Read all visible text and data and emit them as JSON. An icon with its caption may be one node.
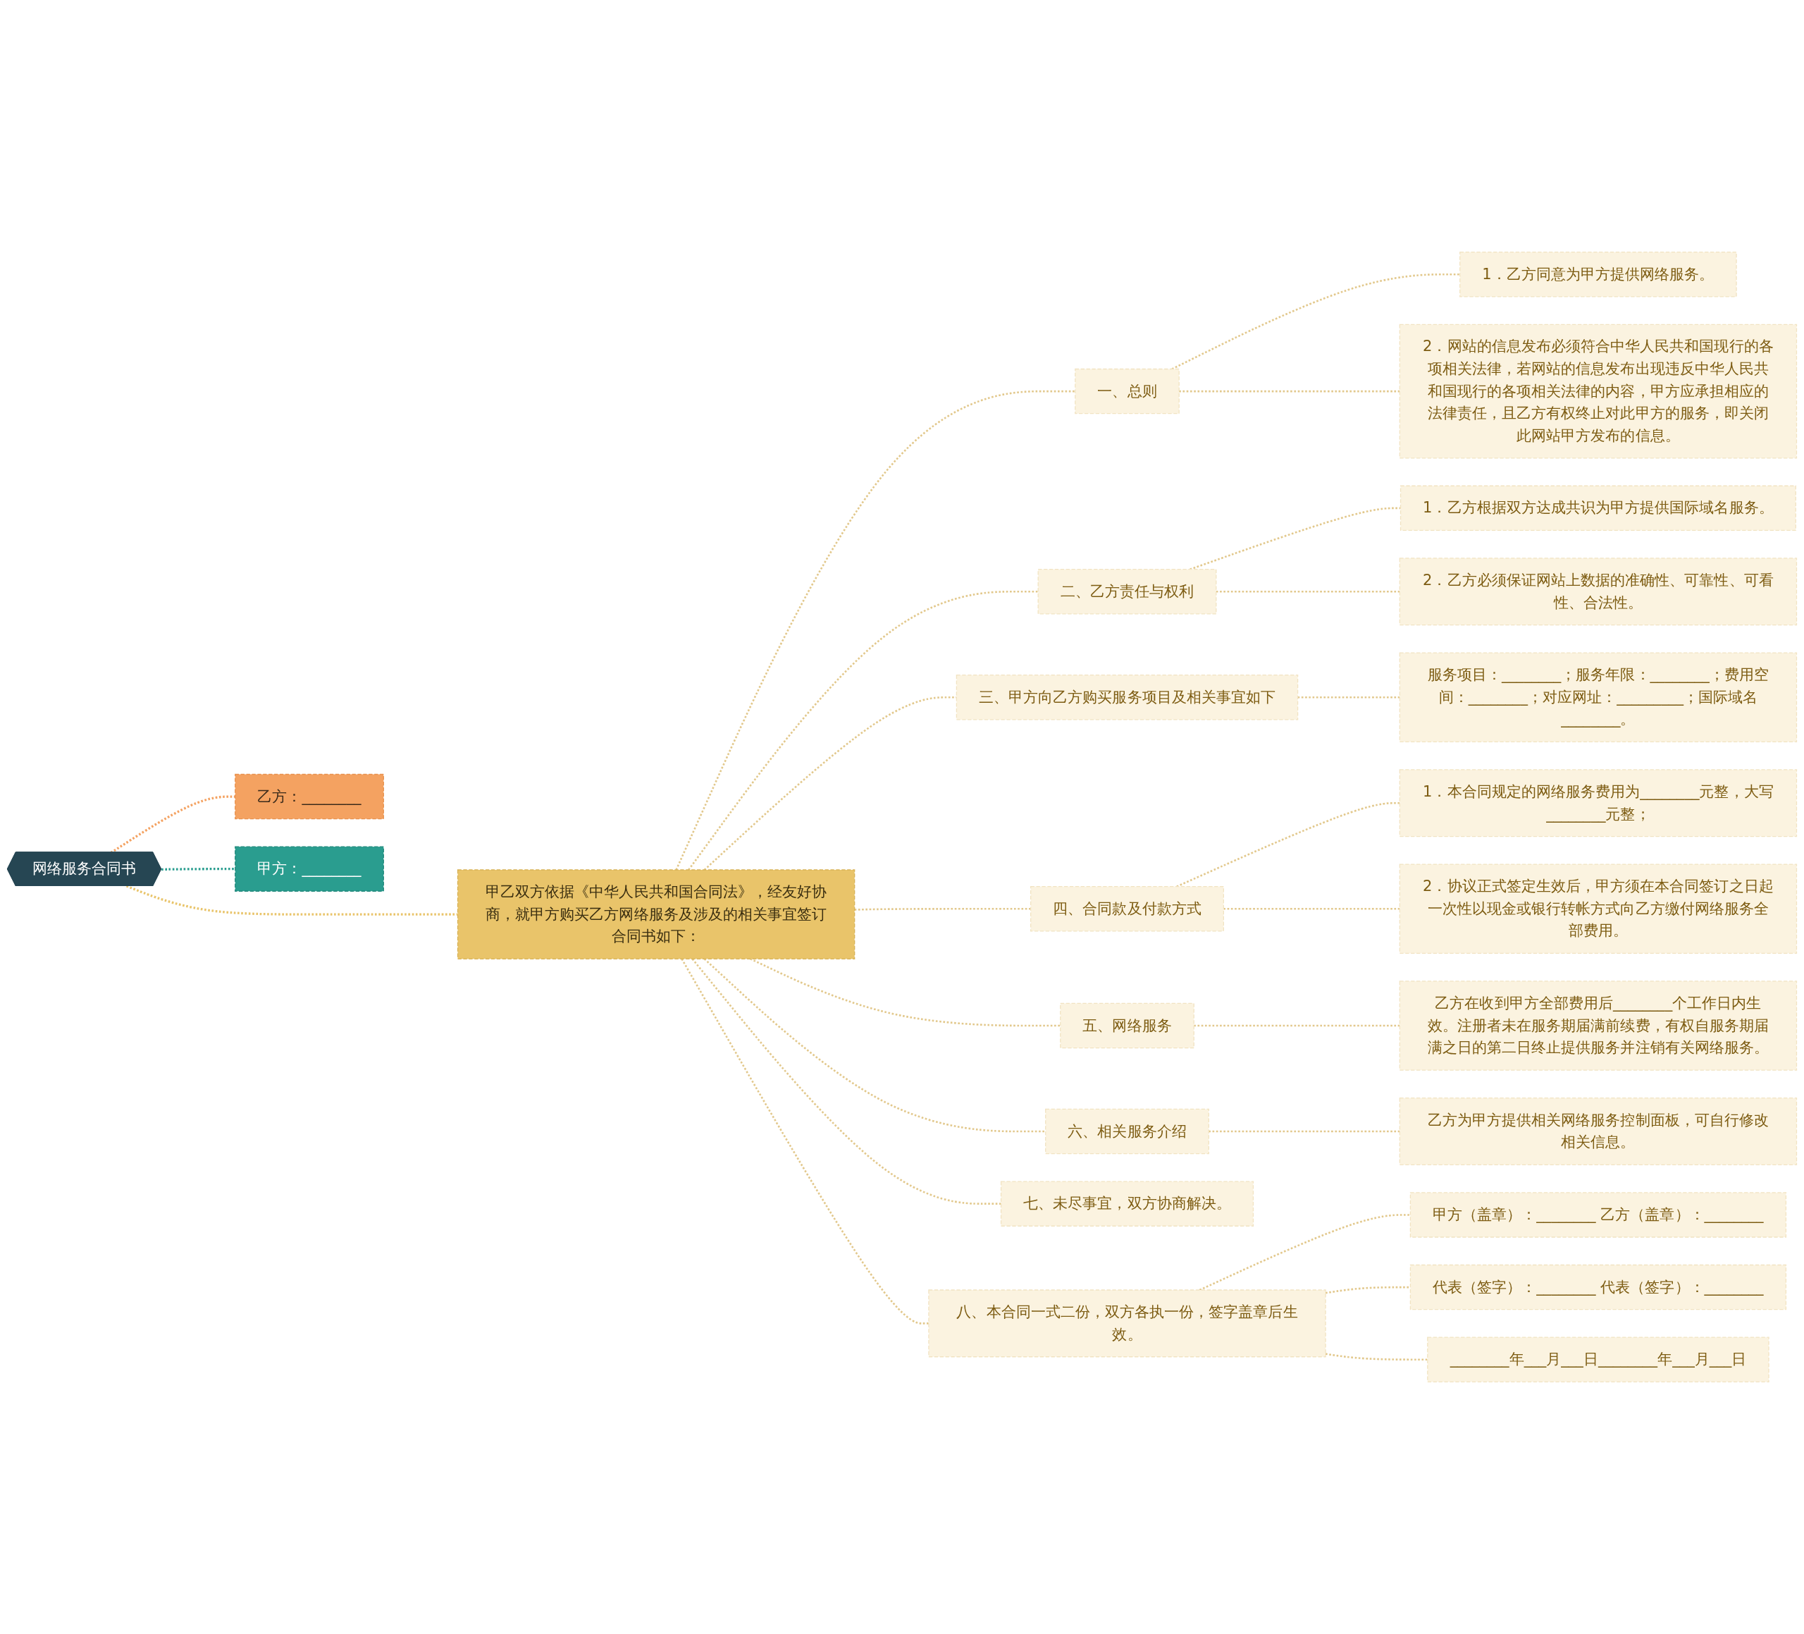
{
  "diagram": {
    "nodes": [
      {
        "text": [
          "网络服务合同书"
        ]
      },
      {
        "text": [
          "乙方：________"
        ]
      },
      {
        "text": [
          "甲方：________"
        ]
      },
      {
        "text": [
          "甲乙双方依据《中华人民共和国合同法》，经友好协商，就甲方购买乙方网络服务及涉及的相关事宜签订合同书如下："
        ]
      },
      {
        "text": [
          "一、总则"
        ]
      },
      {
        "text": [
          "1．乙方同意为甲方提供网络服务。"
        ]
      },
      {
        "text": [
          "2．网站的信息发布必须符合中华人民共和国现行的各项相关法律，若网站的信息发布出现违反中华人民共和国现行的各项相关法律的内容，甲方应承担相应的法律责任，且乙方有权终止对此甲方的服务，即关闭此网站甲方发布的信息。"
        ]
      },
      {
        "text": [
          "二、乙方责任与权利"
        ]
      },
      {
        "text": [
          "1．乙方根据双方达成共识为甲方提供国际域名服务。"
        ]
      },
      {
        "text": [
          "2．乙方必须保证网站上数据的准确性、可靠性、可看性、合法性。"
        ]
      },
      {
        "text": [
          "三、甲方向乙方购买服务项目及相关事宜如下"
        ]
      },
      {
        "text": [
          "服务项目：________；服务年限：________；费用空间：________；对应网址：_________；国际域名________。"
        ]
      },
      {
        "text": [
          "四、合同款及付款方式"
        ]
      },
      {
        "text": [
          "1．本合同规定的网络服务费用为________元整，大写________元整；"
        ]
      },
      {
        "text": [
          "2．协议正式签定生效后，甲方须在本合同签订之日起一次性以现金或银行转帐方式向乙方缴付网络服务全部费用。"
        ]
      },
      {
        "text": [
          "五、网络服务"
        ]
      },
      {
        "text": [
          "乙方在收到甲方全部费用后________个工作日内生效。注册者未在服务期届满前续费，有权自服务期届满之日的第二日终止提供服务并注销有关网络服务。"
        ]
      },
      {
        "text": [
          "六、相关服务介绍"
        ]
      },
      {
        "text": [
          "乙方为甲方提供相关网络服务控制面板，可自行修改相关信息。"
        ]
      },
      {
        "text": [
          "七、未尽事宜，双方协商解决。"
        ]
      },
      {
        "text": [
          "八、本合同一式二份，双方各执一份，签字盖章后生效。"
        ]
      },
      {
        "text": [
          "甲方（盖章）：________ 乙方（盖章）：________"
        ]
      },
      {
        "text": [
          "代表（签字）：________ 代表（签字）：________"
        ]
      },
      {
        "text": [
          "________年___月___日________年___月___日"
        ]
      }
    ],
    "edges": [
      {
        "from": 0,
        "to": 1,
        "arrow": "none",
        "style": "dashed",
        "color": "#f4a261"
      },
      {
        "from": 0,
        "to": 2,
        "arrow": "none",
        "style": "dashed",
        "color": "#2a9d8f"
      },
      {
        "from": 0,
        "to": 3,
        "arrow": "none",
        "style": "dashed",
        "color": "#e9c46a"
      },
      {
        "from": 3,
        "to": 4,
        "arrow": "none",
        "style": "dashed"
      },
      {
        "from": 4,
        "to": 5,
        "arrow": "none",
        "style": "dashed"
      },
      {
        "from": 4,
        "to": 6,
        "arrow": "none",
        "style": "dashed"
      },
      {
        "from": 3,
        "to": 7,
        "arrow": "none",
        "style": "dashed"
      },
      {
        "from": 7,
        "to": 8,
        "arrow": "none",
        "style": "dashed"
      },
      {
        "from": 7,
        "to": 9,
        "arrow": "none",
        "style": "dashed"
      },
      {
        "from": 3,
        "to": 10,
        "arrow": "none",
        "style": "dashed"
      },
      {
        "from": 10,
        "to": 11,
        "arrow": "none",
        "style": "dashed"
      },
      {
        "from": 3,
        "to": 12,
        "arrow": "none",
        "style": "dashed"
      },
      {
        "from": 12,
        "to": 13,
        "arrow": "none",
        "style": "dashed"
      },
      {
        "from": 12,
        "to": 14,
        "arrow": "none",
        "style": "dashed"
      },
      {
        "from": 3,
        "to": 15,
        "arrow": "none",
        "style": "dashed"
      },
      {
        "from": 15,
        "to": 16,
        "arrow": "none",
        "style": "dashed"
      },
      {
        "from": 3,
        "to": 17,
        "arrow": "none",
        "style": "dashed"
      },
      {
        "from": 17,
        "to": 18,
        "arrow": "none",
        "style": "dashed"
      },
      {
        "from": 3,
        "to": 19,
        "arrow": "none",
        "style": "dashed"
      },
      {
        "from": 3,
        "to": 20,
        "arrow": "none",
        "style": "dashed"
      },
      {
        "from": 20,
        "to": 21,
        "arrow": "none",
        "style": "dashed"
      },
      {
        "from": 20,
        "to": 22,
        "arrow": "none",
        "style": "dashed"
      },
      {
        "from": 20,
        "to": 23,
        "arrow": "none",
        "style": "dashed"
      }
    ]
  }
}
